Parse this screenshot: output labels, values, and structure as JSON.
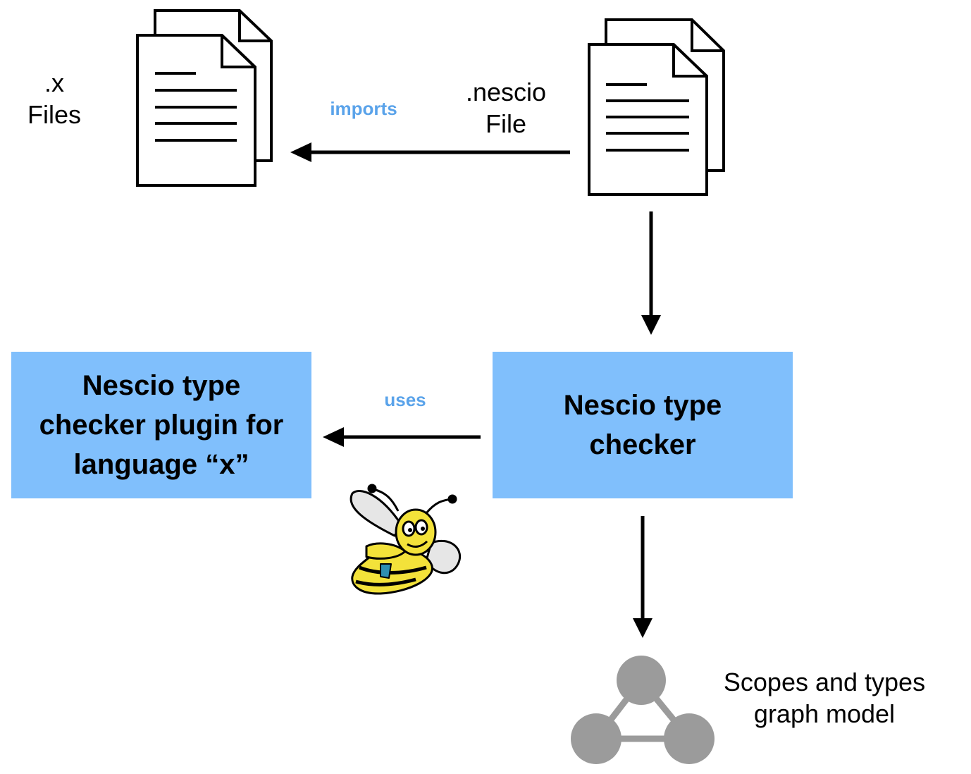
{
  "nodes": {
    "x_files": {
      "label_line1": ".x",
      "label_line2": "Files"
    },
    "nescio_file": {
      "label_line1": ".nescio",
      "label_line2": "File"
    },
    "plugin": {
      "line1": "Nescio type",
      "line2": "checker plugin for",
      "line3": "language “x”"
    },
    "checker": {
      "line1": "Nescio type",
      "line2": "checker"
    },
    "graph_model": {
      "line1": "Scopes and types",
      "line2": "graph model"
    }
  },
  "edges": {
    "imports": {
      "label": "imports"
    },
    "uses": {
      "label": "uses"
    }
  },
  "colors": {
    "box_fill": "#80bffc",
    "edge_label": "#5aa3ea",
    "graph_node": "#9b9b9b"
  },
  "icons": [
    "document-stack-icon",
    "document-stack-icon",
    "bee-mascot-icon",
    "graph-model-icon"
  ]
}
